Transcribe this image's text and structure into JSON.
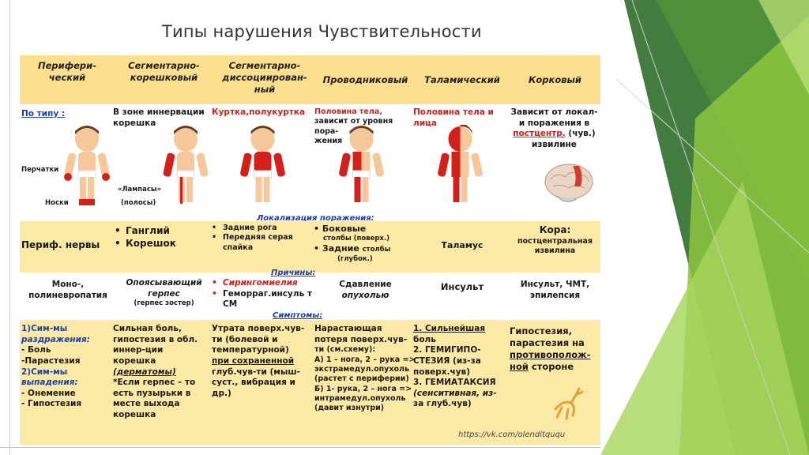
{
  "title": "Типы нарушения Чувствительности",
  "watermark": "https://vk.com/olenditququ",
  "headers": [
    {
      "l1": "Перифери-",
      "l2": "ческий",
      "l3": ""
    },
    {
      "l1": "Сегментарно-",
      "l2": "корешковый",
      "l3": ""
    },
    {
      "l1": "Сегментарно-",
      "l2": "диссоциирован-",
      "l3": "ный"
    },
    {
      "l1": "Проводниковый",
      "l2": "",
      "l3": ""
    },
    {
      "l1": "Таламический",
      "l2": "",
      "l3": ""
    },
    {
      "l1": "Корковый",
      "l2": "",
      "l3": ""
    }
  ],
  "section_labels": {
    "localization": "Локализация поражения:",
    "causes": "Причины:",
    "symptoms": "Симптомы:"
  },
  "type_row": {
    "peripheral": {
      "label": "По типу :",
      "gloves": "Перчатки",
      "socks": "Носки"
    },
    "radicular": {
      "line1": "В зоне иннервации",
      "line2": "корешка",
      "stripes": "«Лампасы»",
      "bands": "(полосы)"
    },
    "dissociated": {
      "text": "Куртка,полукуртка"
    },
    "conductive": {
      "line1": "Половина тела,",
      "line2": "зависит от уровня",
      "line3": "пора-",
      "line4": "жения"
    },
    "thalamic": {
      "line1": "Половина тела и",
      "line2": "лица"
    },
    "cortical": {
      "line1": "Зависит от локал-",
      "line2": "и поражения в",
      "line3": "постцентр. (чув.)",
      "line4": "извилине"
    }
  },
  "localization_row": {
    "peripheral": "Периф. нервы",
    "radicular": [
      "Ганглий",
      "Корешок"
    ],
    "dissociated": [
      "Задние рога",
      "Передняя серая спайка"
    ],
    "conductive": {
      "b1": "Боковые",
      "b1s": "столбы (поверх.)",
      "b2": "Задние",
      "b2s": "столбы",
      "b2s2": "(глубок.)"
    },
    "thalamic": "Таламус",
    "cortical": {
      "l1": "Кора:",
      "l2": "постцентральная",
      "l3": "извилина"
    }
  },
  "causes_row": {
    "peripheral": {
      "l1": "Моно-,",
      "l2": "полиневропатия"
    },
    "radicular": {
      "l1": "Опоясывающий",
      "l2": "герпес",
      "l3": "(герпес зостер)"
    },
    "dissociated": [
      "Сирингомиелия",
      "Геморраг.инсуль т СМ"
    ],
    "conductive": {
      "l1": "Сдавление",
      "l2": "опухолью"
    },
    "thalamic": "Инсульт",
    "cortical": {
      "l1": "Инсульт, ЧМТ,",
      "l2": "эпилепсия"
    }
  },
  "symptoms_row": {
    "peripheral": [
      "1)Сим-мы",
      "раздражения:",
      "- Боль",
      "-Парастезия",
      "2)Сим-мы",
      "выпадения:",
      "- Онемение",
      "- Гипостезия"
    ],
    "radicular": [
      "Сильная боль,",
      "гипостезия в обл.",
      "иннер-ции",
      "корешка",
      "(дерматомы)",
      "*Если герпес – то",
      "есть пузырьки в",
      "месте выхода",
      "корешка"
    ],
    "dissociated": [
      "Утрата поверх.чув-",
      "ти (болевой и",
      "температурной)",
      "при сохраненной",
      "глуб.чув-ти (мыш-",
      "суст., вибрация и",
      "др.)"
    ],
    "conductive": [
      "Нарастающая",
      "потеря поверх.чув-",
      "ти (см.схему):",
      "А) 1 – нога, 2 – рука =>",
      "экстрамедул.опухоль",
      "(растет с периферии)",
      "Б) 1- рука, 2 – нога =>",
      "интрамедул.опухоль",
      "(давит изнутри)"
    ],
    "thalamic": [
      "1. Сильнейшая",
      "боль",
      "2. ГЕМИГИПО-",
      "СТЕЗИЯ (из-за",
      "поверх.чув)",
      "3. ГЕМИАТАКСИЯ",
      "(сенситивная, из-",
      "за глуб.чув)"
    ],
    "cortical": [
      "Гипостезия,",
      "парастезия на",
      "противополож-",
      "ной стороне"
    ]
  },
  "colors": {
    "header_band": "#fbdf8f",
    "yellow_band": "#fde9a6",
    "highlight_red": "#d2201a",
    "label_blue": "#1c3fa8",
    "deco_green": "#8cc63f"
  }
}
